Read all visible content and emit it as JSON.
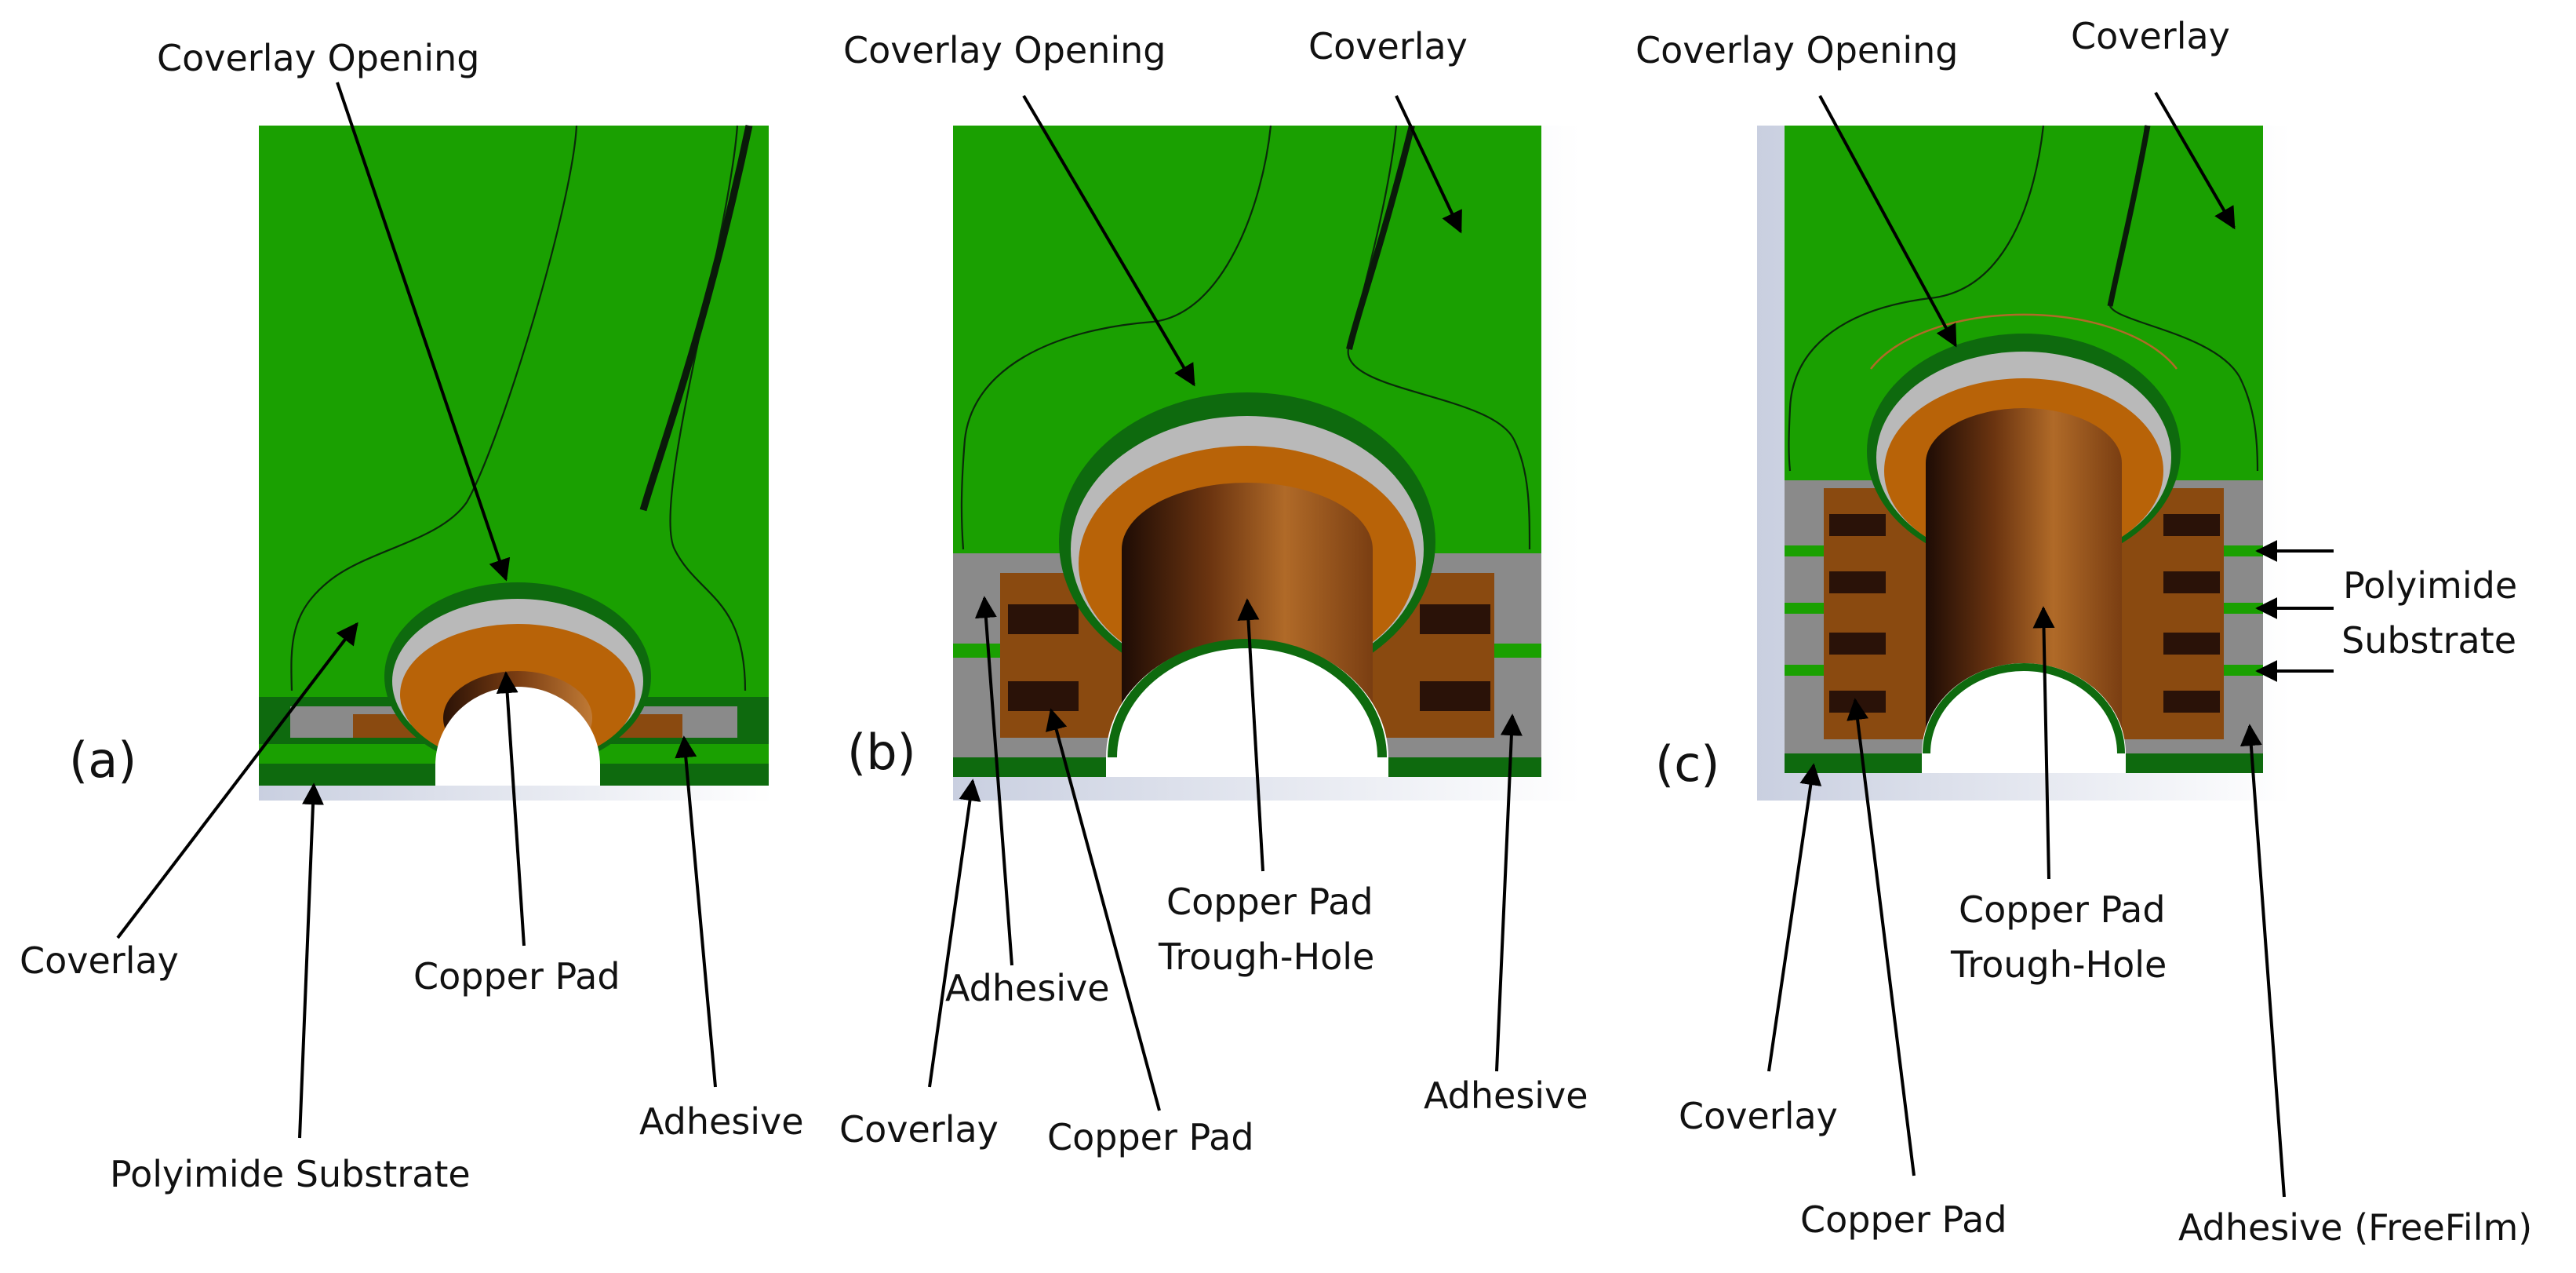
{
  "colors": {
    "coverlay": "#1aa001",
    "coverlay_dark": "#0e6a0e",
    "adhesive": "#8a8a8a",
    "adhesive_light": "#b9b9b9",
    "copper": "#b86308",
    "copper_dark": "#5a2c0a",
    "copper_darker": "#2a1208",
    "background": "#ffffff"
  },
  "panels": {
    "a": {
      "tag": "(a)",
      "labels": {
        "coverlay_opening": "Coverlay Opening",
        "coverlay": "Coverlay",
        "copper_pad": "Copper Pad",
        "adhesive": "Adhesive",
        "polyimide_substrate": "Polyimide Substrate"
      }
    },
    "b": {
      "tag": "(b)",
      "labels": {
        "coverlay_opening": "Coverlay Opening",
        "coverlay_top": "Coverlay",
        "adhesive_left": "Adhesive",
        "coverlay_bottom": "Coverlay",
        "copper_pad": "Copper Pad",
        "through_hole_line1": "Copper Pad",
        "through_hole_line2": "Trough-Hole",
        "adhesive_right": "Adhesive"
      }
    },
    "c": {
      "tag": "(c)",
      "labels": {
        "coverlay_opening": "Coverlay Opening",
        "coverlay_top": "Coverlay",
        "polyimide_line1": "Polyimide",
        "polyimide_line2": "Substrate",
        "through_hole_line1": "Copper Pad",
        "through_hole_line2": "Trough-Hole",
        "coverlay_bottom": "Coverlay",
        "copper_pad": "Copper Pad",
        "adhesive": "Adhesive (FreeFilm)"
      }
    }
  }
}
